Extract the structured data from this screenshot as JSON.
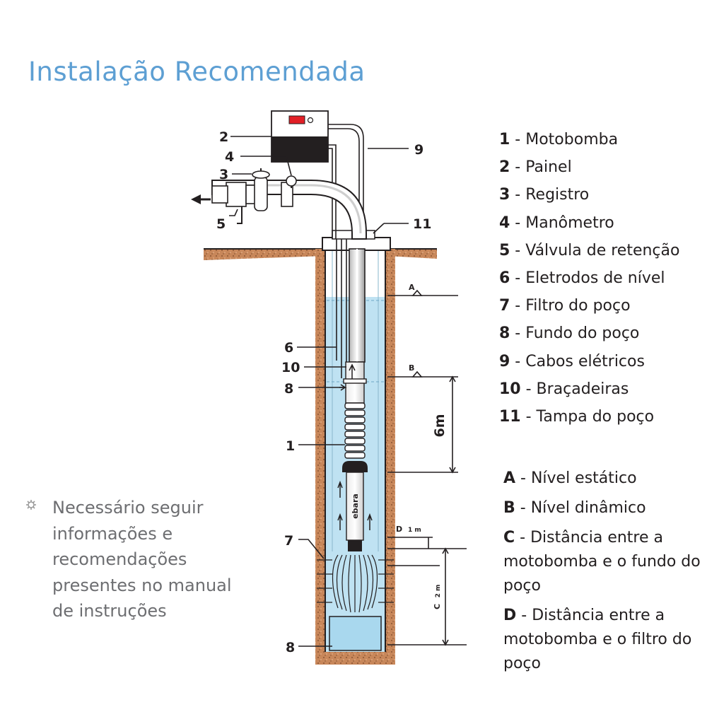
{
  "title": "Instalação Recomendada",
  "legend": [
    {
      "key": "1",
      "label": " - Motobomba"
    },
    {
      "key": "2",
      "label": " - Painel"
    },
    {
      "key": "3",
      "label": " - Registro"
    },
    {
      "key": "4",
      "label": " - Manômetro"
    },
    {
      "key": "5",
      "label": " - Válvula de retenção"
    },
    {
      "key": "6",
      "label": " - Eletrodos de nível"
    },
    {
      "key": "7",
      "label": " - Filtro do poço"
    },
    {
      "key": "8",
      "label": " - Fundo do poço"
    },
    {
      "key": "9",
      "label": " - Cabos elétricos"
    },
    {
      "key": "10",
      "label": " - Braçadeiras"
    },
    {
      "key": "11",
      "label": " - Tampa do poço"
    }
  ],
  "levels": [
    {
      "key": "A",
      "label": " - Nível estático"
    },
    {
      "key": "B",
      "label": " - Nível dinâmico"
    },
    {
      "key": "C",
      "label": " - Distância entre a motobomba e o fundo do poço"
    },
    {
      "key": "D",
      "label": " - Distância entre a motobomba e o filtro do poço"
    }
  ],
  "note": "Necessário seguir informações e recomendações presentes no manual de instruções",
  "callouts": {
    "n1": "1",
    "n2": "2",
    "n3": "3",
    "n4": "4",
    "n5": "5",
    "n6": "6",
    "n7": "7",
    "n8a": "8",
    "n8b": "8",
    "n9": "9",
    "n10": "10",
    "n11": "11",
    "lvA": "A",
    "lvB": "B",
    "dimC": "C",
    "dimD": "D",
    "dim6m": "6m",
    "dim1m": "1 m",
    "dim2m": "2 m",
    "pump_brand": "ebara"
  },
  "colors": {
    "title": "#5d9fd3",
    "soil": "#c8875a",
    "water": "#bfe2f2",
    "text": "#231f20",
    "note_text": "#6d6e71"
  }
}
